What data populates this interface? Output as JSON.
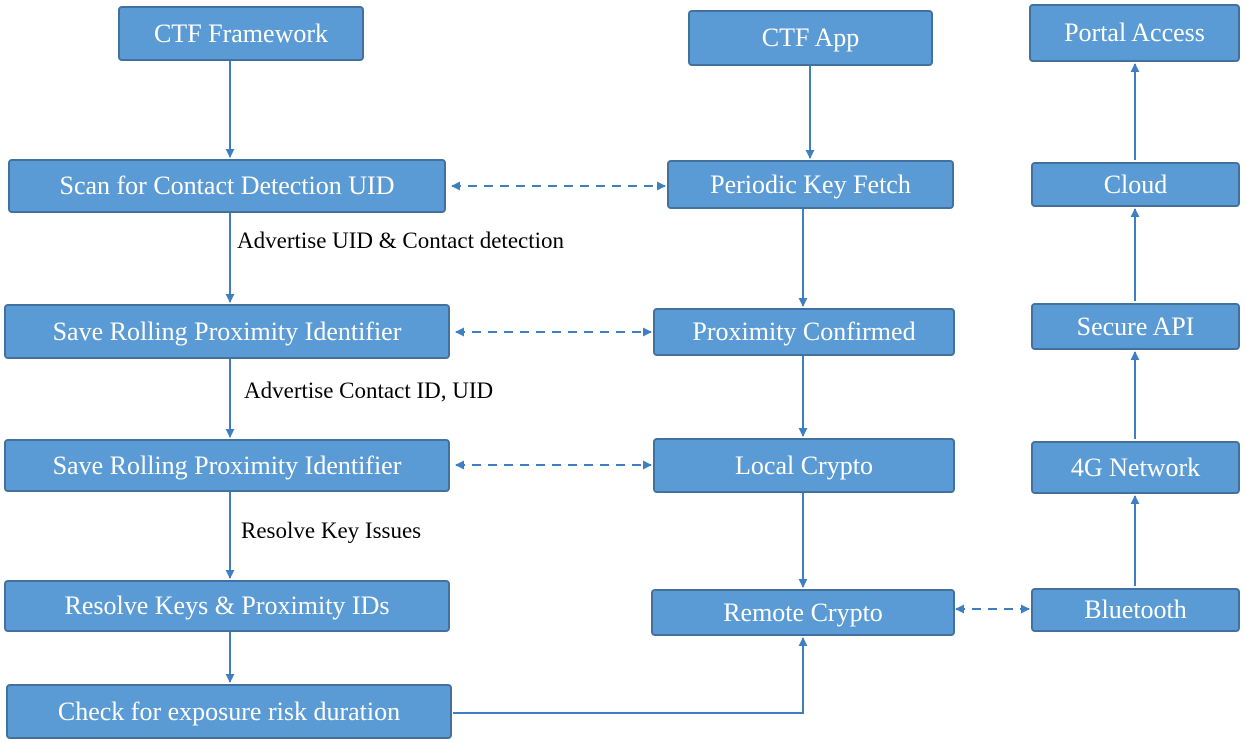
{
  "colors": {
    "box_fill": "#5b9bd5",
    "box_border": "#41719c",
    "box_text": "#ffffff",
    "arrow": "#3e7fc2",
    "label_text": "#000000",
    "background": "#ffffff"
  },
  "left_column": {
    "header": "CTF Framework",
    "steps": [
      "Scan for Contact Detection UID",
      "Save Rolling Proximity Identifier",
      "Save Rolling Proximity Identifier",
      "Resolve Keys & Proximity IDs",
      "Check for exposure risk duration"
    ],
    "edge_labels": [
      "Advertise UID & Contact detection",
      "Advertise Contact ID, UID",
      "Resolve Key Issues"
    ]
  },
  "middle_column": {
    "header": "CTF App",
    "steps": [
      "Periodic Key Fetch",
      "Proximity Confirmed",
      "Local Crypto",
      "Remote Crypto"
    ]
  },
  "right_column": {
    "steps": [
      "Portal Access",
      "Cloud",
      "Secure API",
      "4G Network",
      "Bluetooth"
    ]
  }
}
